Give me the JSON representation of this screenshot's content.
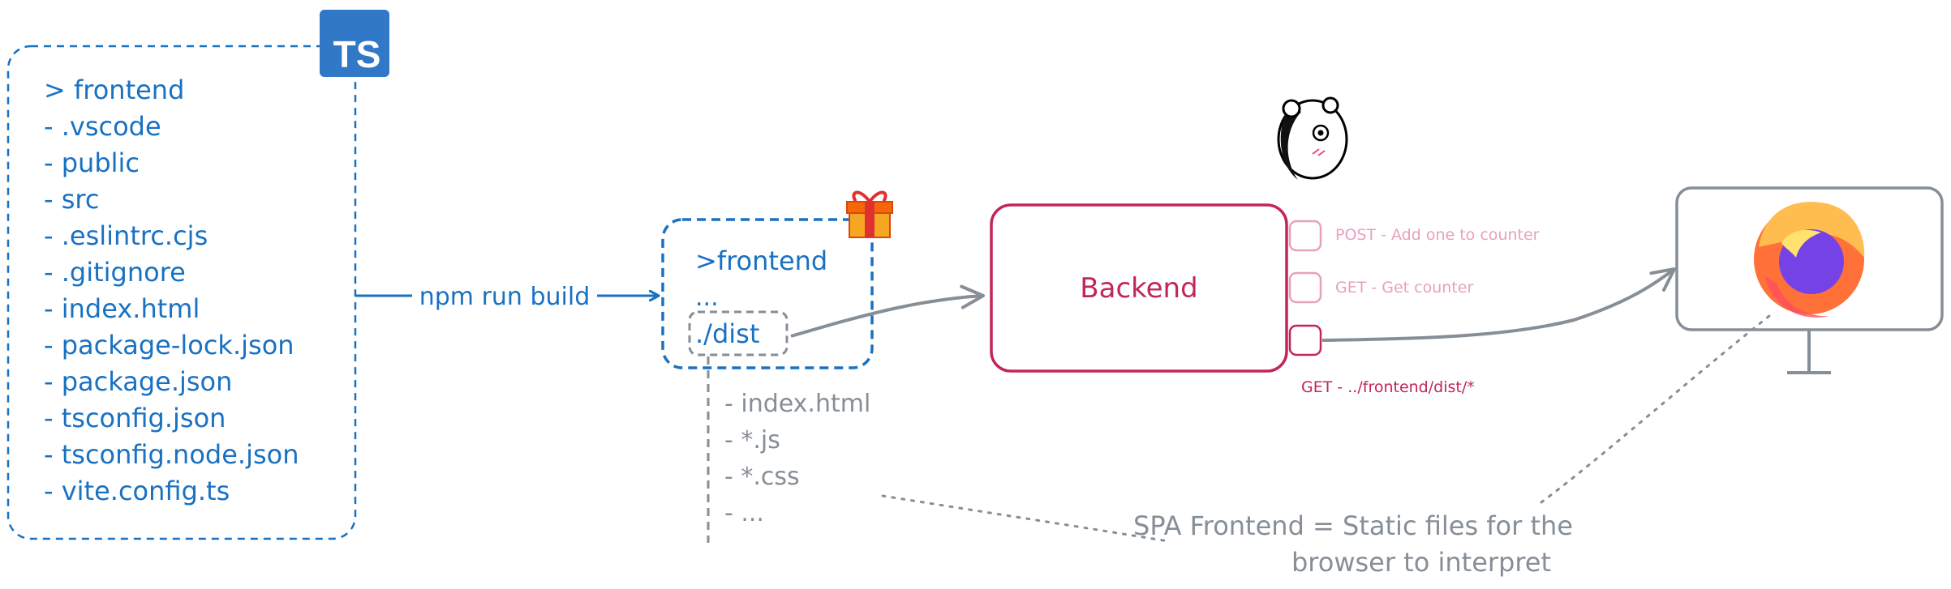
{
  "colors": {
    "blue": "#1971c2",
    "gray": "#868e96",
    "crimson": "#c2255c",
    "pink": "#e8a0bf",
    "ts_badge": "#3178c6",
    "white": "#ffffff"
  },
  "icons": {
    "ts": "typescript-logo-icon",
    "gift": "gift-icon",
    "mascot": "bear-mascot-icon",
    "browser": "firefox-icon",
    "monitor": "monitor-icon"
  },
  "project": {
    "badge": "TS",
    "files": [
      "> frontend",
      "- .vscode",
      "- public",
      "- src",
      "- .eslintrc.cjs",
      "- .gitignore",
      "- index.html",
      "- package-lock.json",
      "- package.json",
      "- tsconfig.json",
      "- tsconfig.node.json",
      "- vite.config.ts"
    ]
  },
  "build": {
    "command": "npm run build"
  },
  "dist": {
    "title": ">frontend",
    "ellipsis": "...",
    "folder": "./dist",
    "files": [
      "- index.html",
      "- *.js",
      "- *.css",
      "- ..."
    ]
  },
  "backend": {
    "label": "Backend",
    "endpoints": [
      "POST - Add one to counter",
      "GET - Get counter",
      "GET - ../frontend/dist/*"
    ]
  },
  "note": {
    "lines": [
      "SPA Frontend = Static files for the",
      "browser to interpret"
    ]
  }
}
